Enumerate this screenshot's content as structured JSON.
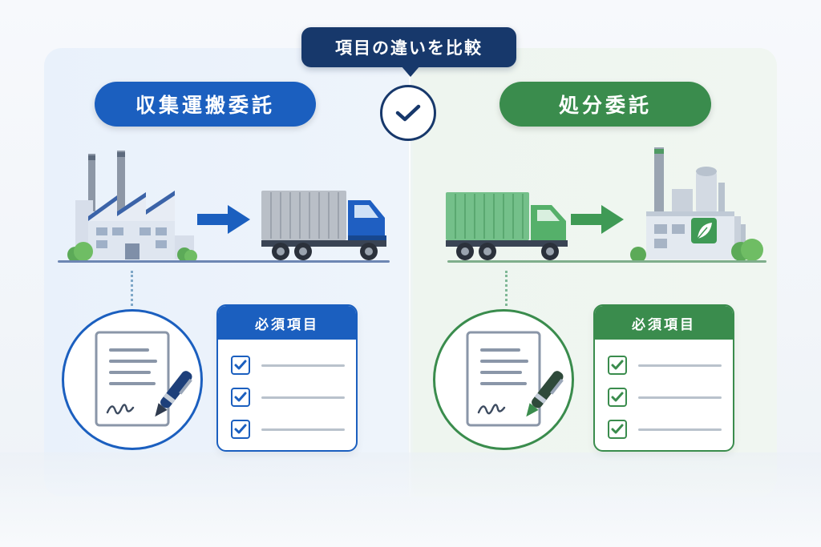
{
  "header": {
    "compare_label": "項目の違いを比較",
    "check_icon": "check-circle-icon"
  },
  "left": {
    "title": "収集運搬委託",
    "accent_color": "#1b5fbf",
    "checklist": {
      "title": "必須項目",
      "item_count_icons": [
        "checkbox-icon",
        "checkbox-icon",
        "checkbox-icon"
      ]
    },
    "icons": [
      "factory-icon",
      "arrow-right-icon",
      "truck-icon",
      "contract-icon",
      "pen-icon"
    ]
  },
  "right": {
    "title": "処分委託",
    "accent_color": "#3a8c4d",
    "checklist": {
      "title": "必須項目",
      "item_count_icons": [
        "checkbox-icon",
        "checkbox-icon",
        "checkbox-icon"
      ]
    },
    "icons": [
      "truck-icon",
      "arrow-right-icon",
      "processing-plant-icon",
      "leaf-icon",
      "contract-icon",
      "pen-icon"
    ]
  }
}
